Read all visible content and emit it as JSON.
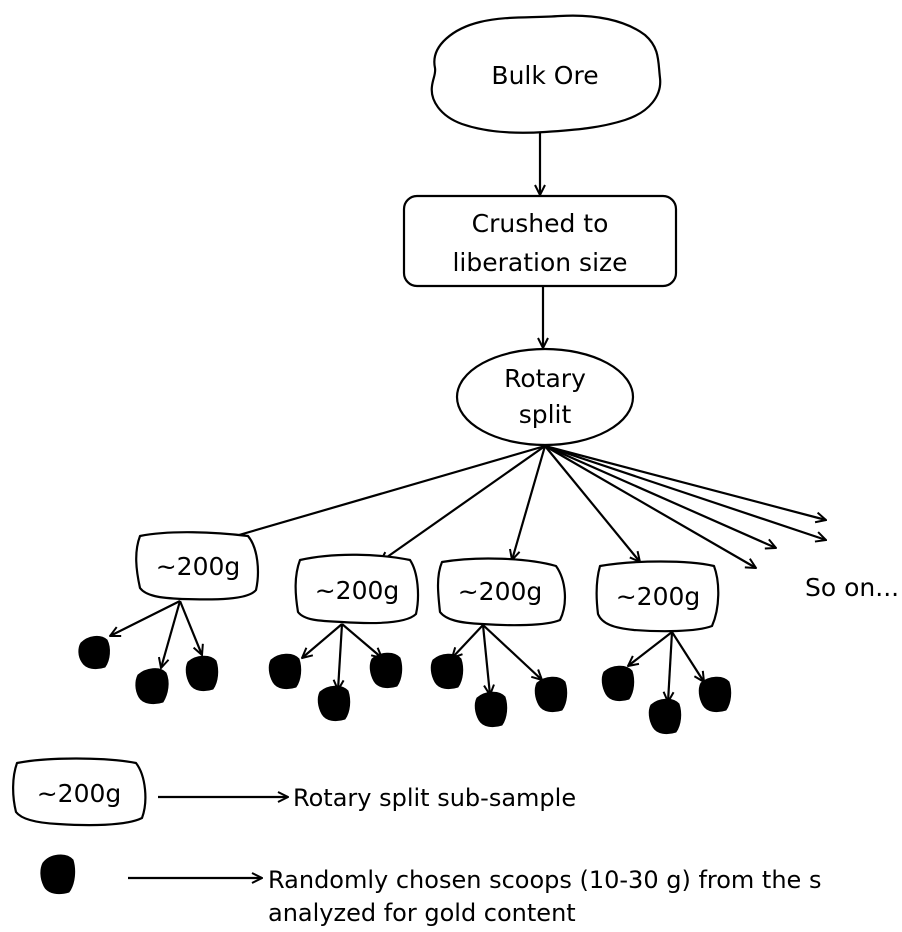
{
  "diagram": {
    "nodes": {
      "bulk_ore": "Bulk Ore",
      "crushed_line1": "Crushed to",
      "crushed_line2": "liberation size",
      "rotary_line1": "Rotary",
      "rotary_line2": "split",
      "subsample_label": "~200g",
      "so_on": "So on..."
    },
    "legend": {
      "subsample_symbol_label": "~200g",
      "subsample_text": "Rotary split sub-sample",
      "scoop_text_line1": "Randomly chosen scoops (10-30 g) from the s",
      "scoop_text_line2": "analyzed for gold content"
    },
    "colors": {
      "stroke": "#000000",
      "scoop_fill": "#000000",
      "background": "#ffffff"
    },
    "icons": {
      "bulk_ore": "cloud-blob-shape",
      "subsample": "irregular-rounded-box-shape",
      "scoop": "black-blob-shape"
    }
  }
}
